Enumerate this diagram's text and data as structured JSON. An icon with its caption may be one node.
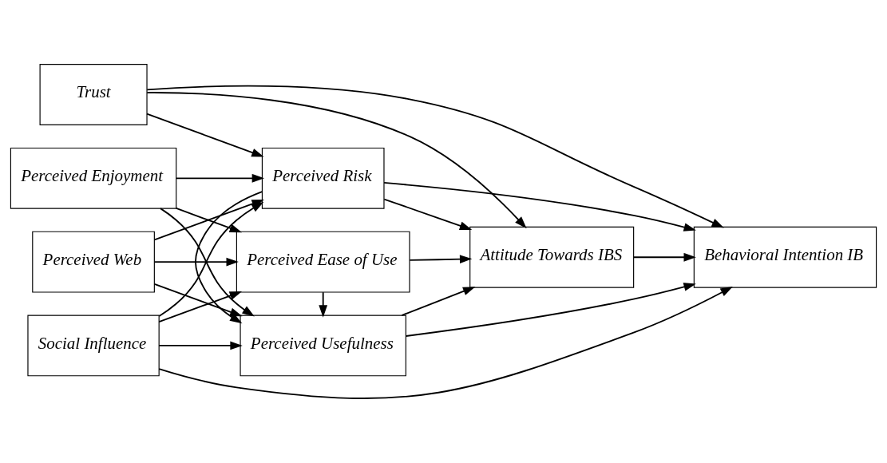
{
  "diagram": {
    "nodes": [
      {
        "text": [
          "Trust"
        ]
      },
      {
        "text": [
          "Perceived Web"
        ]
      },
      {
        "text": [
          "Perceived Enjoyment"
        ]
      },
      {
        "text": [
          "Social Influence"
        ]
      },
      {
        "text": [
          "Perceived Risk"
        ]
      },
      {
        "text": [
          "Perceived Usefulness"
        ]
      },
      {
        "text": [
          "Perceived Ease of Use"
        ]
      },
      {
        "text": [
          "Attitude Towards IBS"
        ]
      },
      {
        "text": [
          "Behavioral Intention IB"
        ]
      }
    ],
    "edges": [
      {
        "from": 0,
        "to": 8,
        "arrow": "to"
      },
      {
        "from": 0,
        "to": 7,
        "arrow": "to"
      },
      {
        "from": 0,
        "to": 4,
        "arrow": "to"
      },
      {
        "from": 1,
        "to": 4,
        "arrow": "to"
      },
      {
        "from": 1,
        "to": 5,
        "arrow": "to"
      },
      {
        "from": 1,
        "to": 6,
        "arrow": "to"
      },
      {
        "from": 2,
        "to": 4,
        "arrow": "to"
      },
      {
        "from": 2,
        "to": 5,
        "arrow": "to"
      },
      {
        "from": 2,
        "to": 6,
        "arrow": "to"
      },
      {
        "from": 3,
        "to": 4,
        "arrow": "to"
      },
      {
        "from": 3,
        "to": 5,
        "arrow": "to"
      },
      {
        "from": 3,
        "to": 6,
        "arrow": "to"
      },
      {
        "from": 3,
        "to": 8,
        "arrow": "to"
      },
      {
        "from": 4,
        "to": 5,
        "arrow": "to"
      },
      {
        "from": 4,
        "to": 7,
        "arrow": "to"
      },
      {
        "from": 4,
        "to": 8,
        "arrow": "to"
      },
      {
        "from": 6,
        "to": 5,
        "arrow": "to"
      },
      {
        "from": 5,
        "to": 7,
        "arrow": "to"
      },
      {
        "from": 5,
        "to": 8,
        "arrow": "to"
      },
      {
        "from": 6,
        "to": 7,
        "arrow": "to"
      },
      {
        "from": 7,
        "to": 8,
        "arrow": "to"
      }
    ]
  }
}
